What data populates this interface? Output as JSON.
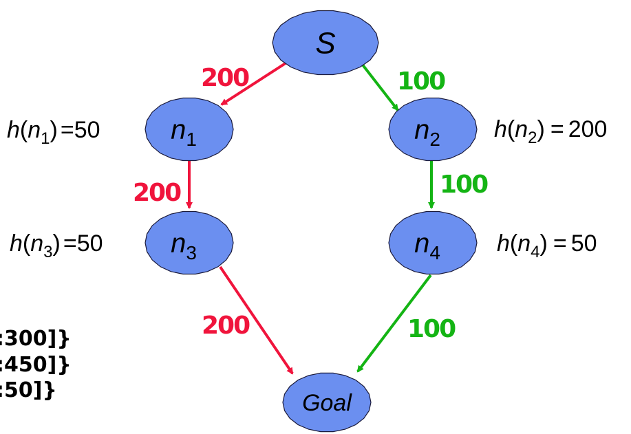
{
  "diagram": {
    "nodes": [
      {
        "id": "S",
        "label": "S",
        "sub": ""
      },
      {
        "id": "n1",
        "label": "n",
        "sub": "1"
      },
      {
        "id": "n2",
        "label": "n",
        "sub": "2"
      },
      {
        "id": "n3",
        "label": "n",
        "sub": "3"
      },
      {
        "id": "n4",
        "label": "n",
        "sub": "4"
      },
      {
        "id": "Goal",
        "label": "Goal",
        "sub": ""
      }
    ],
    "edges": [
      {
        "from": "S",
        "to": "n1",
        "weight": "200",
        "color": "#f0143c"
      },
      {
        "from": "S",
        "to": "n2",
        "weight": "100",
        "color": "#14b414"
      },
      {
        "from": "n1",
        "to": "n3",
        "weight": "200",
        "color": "#f0143c"
      },
      {
        "from": "n2",
        "to": "n4",
        "weight": "100",
        "color": "#14b414"
      },
      {
        "from": "n3",
        "to": "Goal",
        "weight": "200",
        "color": "#f0143c"
      },
      {
        "from": "n4",
        "to": "Goal",
        "weight": "100",
        "color": "#14b414"
      }
    ],
    "heuristics": [
      {
        "node": "n1",
        "func": "h",
        "var": "n",
        "sub": "1",
        "eq": "=",
        "value": "50"
      },
      {
        "node": "n2",
        "func": "h",
        "var": "n",
        "sub": "2",
        "eq": "=",
        "value": "200"
      },
      {
        "node": "n3",
        "func": "h",
        "var": "n",
        "sub": "3",
        "eq": "=",
        "value": "50"
      },
      {
        "node": "n4",
        "func": "h",
        "var": "n",
        "sub": "4",
        "eq": "=",
        "value": "50"
      }
    ],
    "truncated_text": [
      ":300]}",
      ":450]}",
      ":50]}"
    ],
    "colors": {
      "node_fill": "#6b8ff0",
      "path_red": "#f0143c",
      "path_green": "#14b414"
    }
  }
}
